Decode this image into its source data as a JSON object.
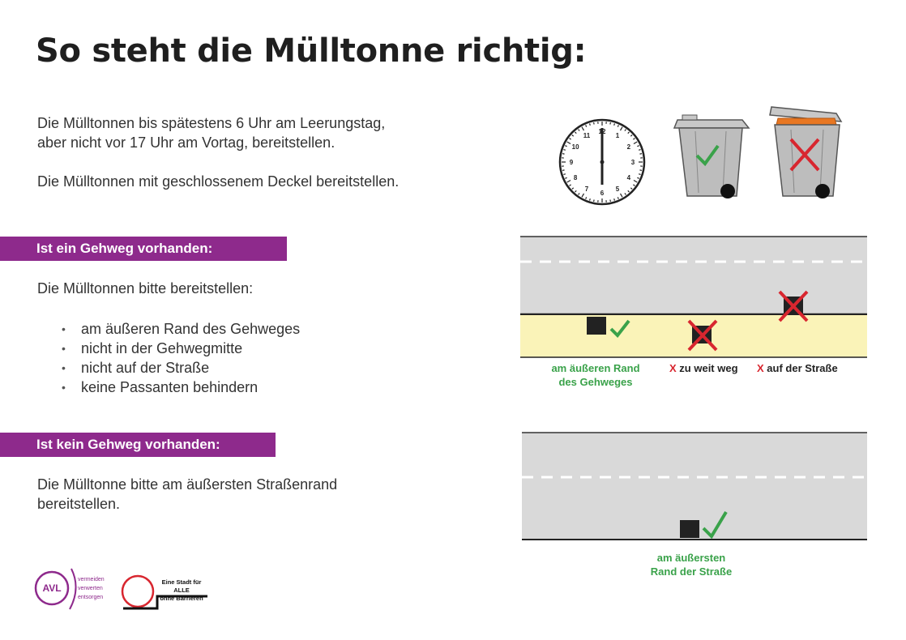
{
  "title": "So steht die Mülltonne richtig:",
  "intro": {
    "line1": "Die Mülltonnen bis spätestens 6 Uhr am Leerungstag,",
    "line2": "aber nicht vor 17 Uhr am Vortag, bereitstellen.",
    "line3": "Die Mülltonnen mit geschlossenem Deckel bereitstellen."
  },
  "clock": {
    "numbers": [
      "12",
      "1",
      "2",
      "3",
      "4",
      "5",
      "6",
      "7",
      "8",
      "9",
      "10",
      "11"
    ]
  },
  "section_gehweg": {
    "heading": "Ist ein Gehweg vorhanden:",
    "text": "Die Mülltonnen bitte bereitstellen:",
    "bullets": [
      "am äußeren Rand des Gehweges",
      "nicht in der Gehwegmitte",
      "nicht auf der Straße",
      "keine Passanten behindern"
    ],
    "caption_ok_1": "am äußeren Rand",
    "caption_ok_2": "des Gehweges",
    "caption_x_mark": "X",
    "caption_far": "zu weit weg",
    "caption_street": "auf der Straße"
  },
  "section_kein_gehweg": {
    "heading": "Ist kein Gehweg vorhanden:",
    "text1": "Die Mülltonne bitte am äußersten Straßenrand",
    "text2": "bereitstellen.",
    "caption_1": "am äußersten",
    "caption_2": "Rand der Straße"
  },
  "logos": {
    "avl": "AVL",
    "avl_lines": [
      "vermeiden",
      "verwerten",
      "entsorgen"
    ],
    "stadt_line1": "Eine Stadt für ALLE",
    "stadt_line2": "ohne Barrieren"
  },
  "colors": {
    "band": "#8e2a8c",
    "ok": "#3aa24a",
    "wrong": "#d8262f",
    "sidewalk": "#faf3b8",
    "road": "#d9d9d9",
    "lid": "#e87722"
  }
}
